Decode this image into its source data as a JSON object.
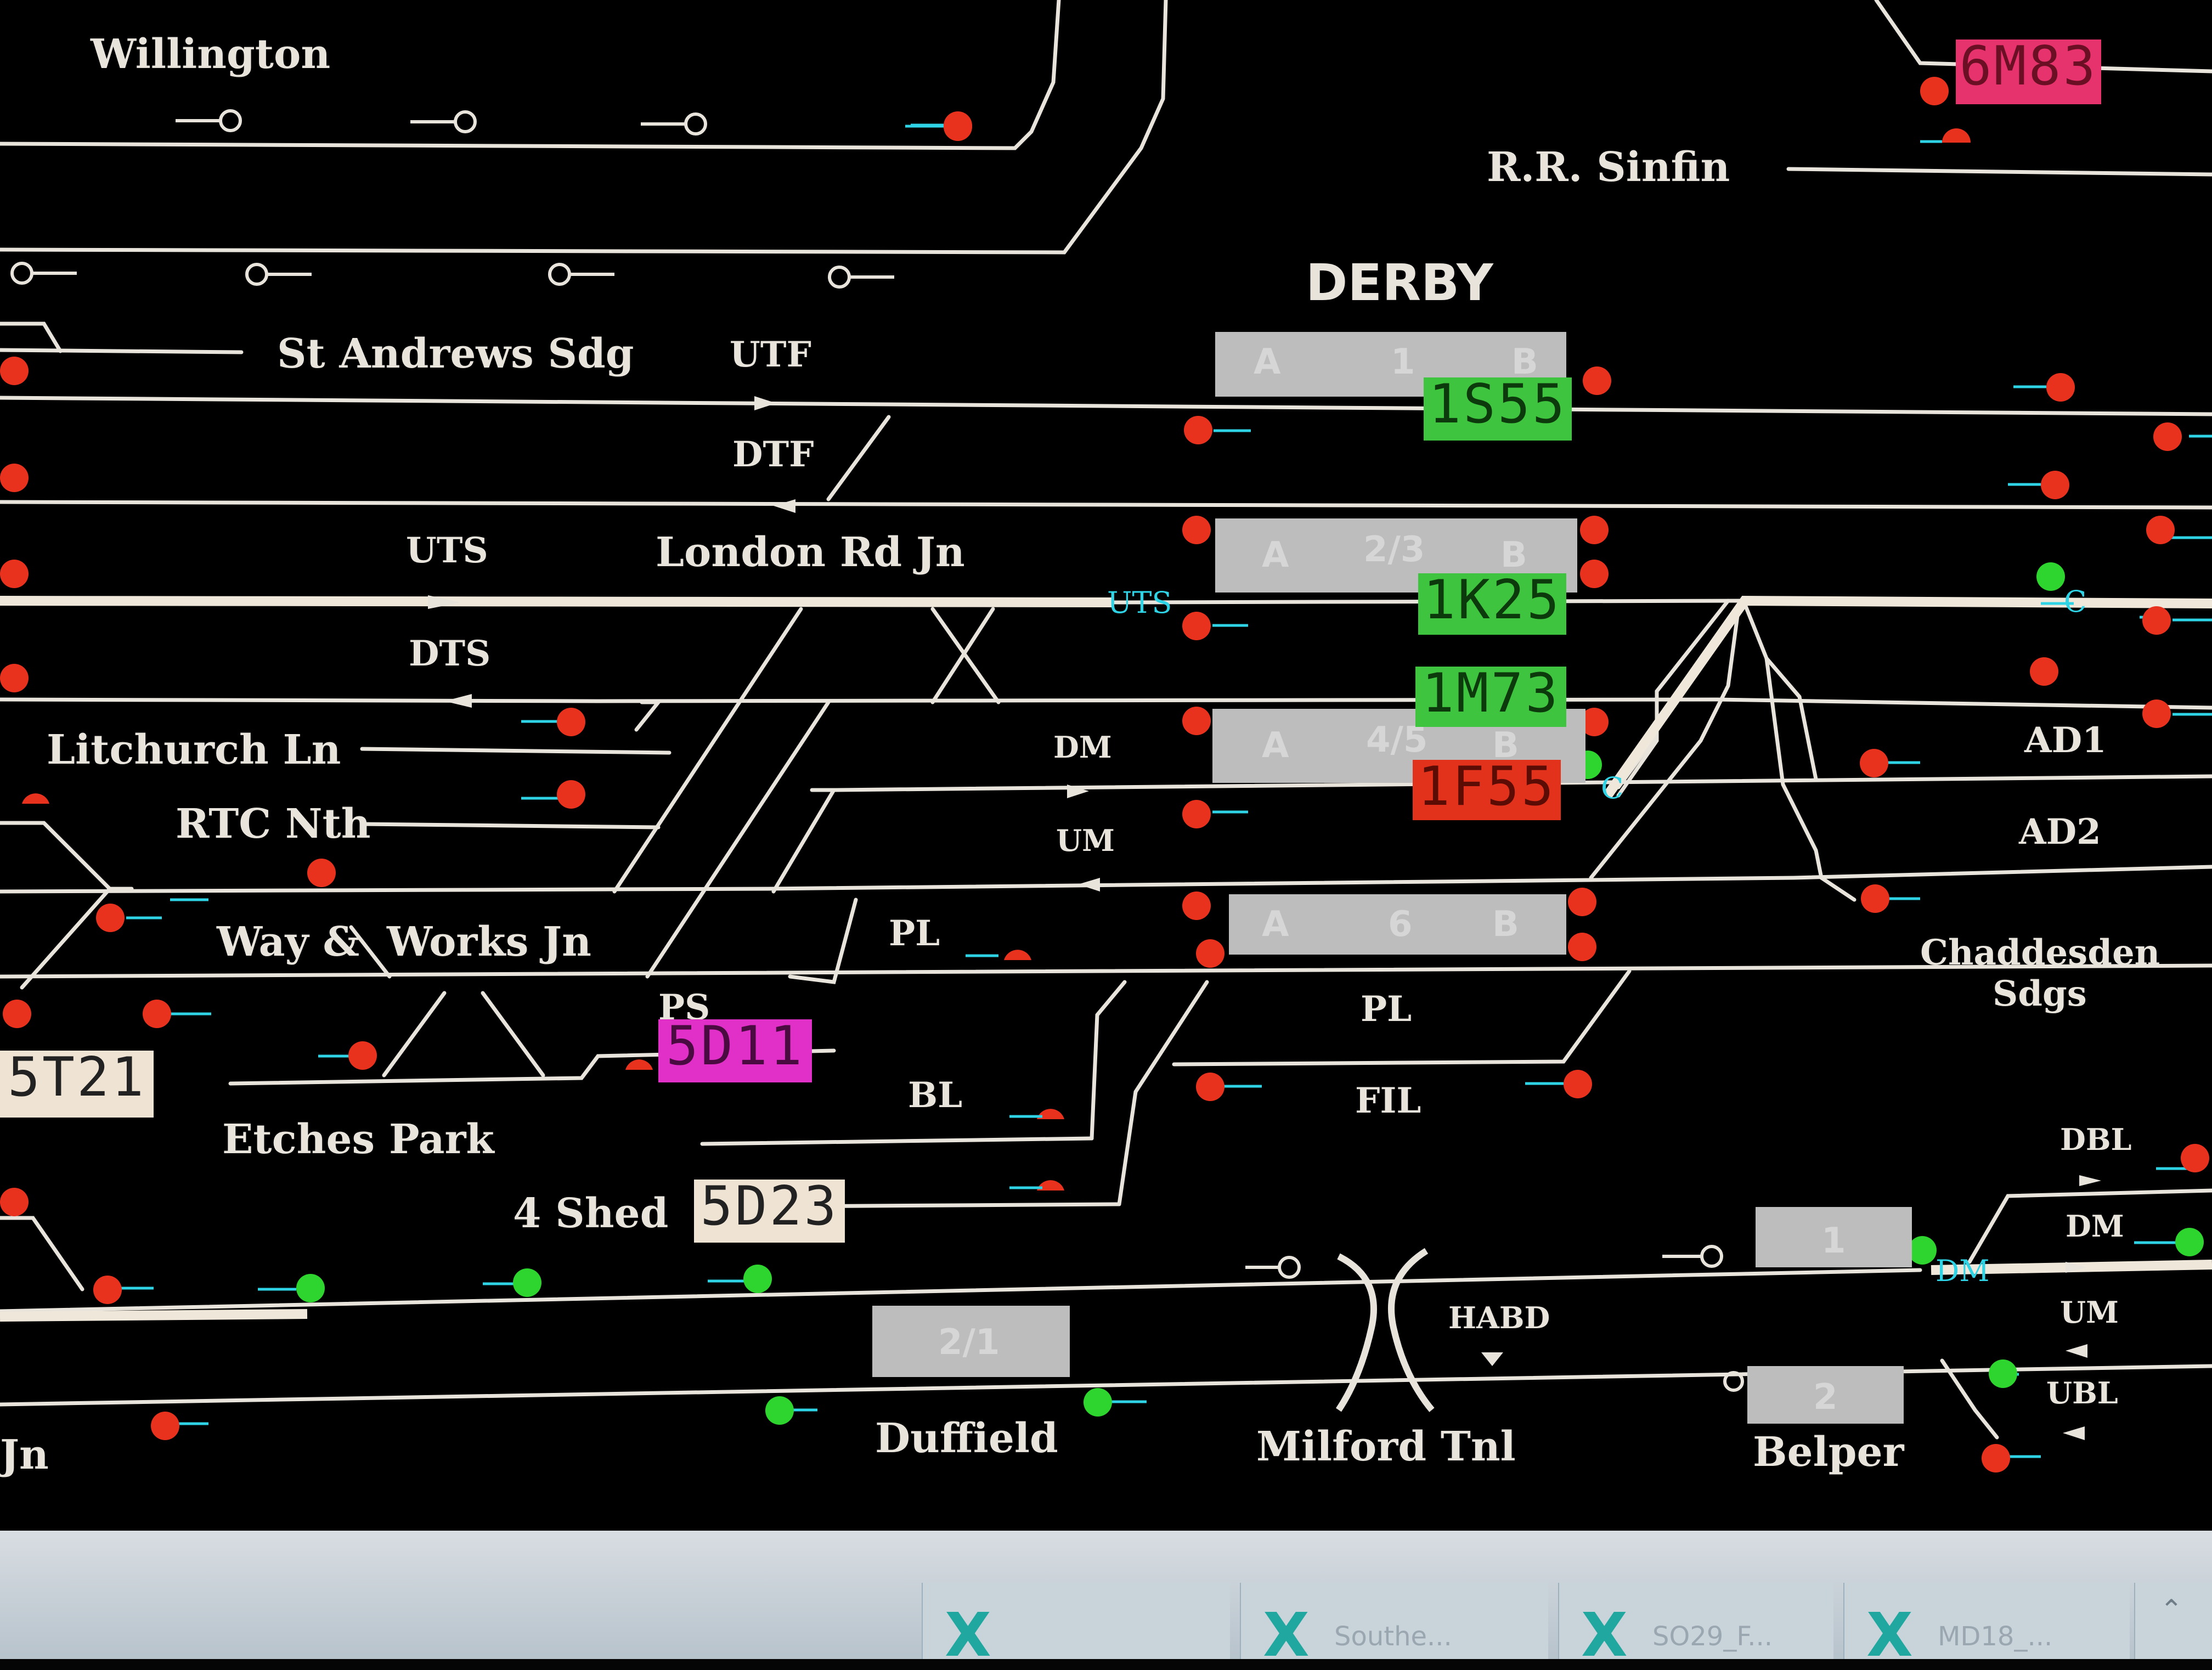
{
  "labels": {
    "willington": "Willington",
    "rr_sinfin": "R.R. Sinfin",
    "derby": "DERBY",
    "st_andrews": "St Andrews Sdg",
    "utf": "UTF",
    "dtf": "DTF",
    "uts": "UTS",
    "london_rd": "London Rd Jn",
    "uts_cyan": "UTS",
    "dts": "DTS",
    "litchurch": "Litchurch Ln",
    "rtc": "RTC Nth",
    "dm": "DM",
    "um": "UM",
    "way": "Way &",
    "works": "Works Jn",
    "pl1": "PL",
    "ps": "PS",
    "pl2": "PL",
    "bl": "BL",
    "fil": "FIL",
    "etches": "Etches Park",
    "shed": "4 Shed",
    "ad1": "AD1",
    "ad2": "AD2",
    "chaddesden1": "Chaddesden",
    "chaddesden2": "Sdgs",
    "dbl": "DBL",
    "dm2": "DM",
    "um2": "UM",
    "ubl": "UBL",
    "habd": "HABD",
    "duffield": "Duffield",
    "milford": "Milford Tnl",
    "belper": "Belper",
    "jn": "Jn",
    "c1": "C",
    "c2": "C",
    "dm_cyan": "DM"
  },
  "platforms": {
    "p1": {
      "a": "A",
      "num": "1",
      "b": "B"
    },
    "p23": {
      "a": "A",
      "num": "2/3",
      "b": "B"
    },
    "p45": {
      "a": "A",
      "num": "4/5",
      "b": "B"
    },
    "p6": {
      "a": "A",
      "num": "6",
      "b": "B"
    },
    "duffield": {
      "num": "2/1"
    },
    "belper1": {
      "num": "1"
    },
    "belper2": {
      "num": "2"
    }
  },
  "train_describers": [
    {
      "id": "6M83",
      "color": "#e6336e",
      "text_color": "#6b0f25"
    },
    {
      "id": "1S55",
      "color": "#3ec43e",
      "text_color": "#0d3a0d"
    },
    {
      "id": "1K25",
      "color": "#3ec43e",
      "text_color": "#0d3a0d"
    },
    {
      "id": "1M73",
      "color": "#3ec43e",
      "text_color": "#0d3a0d"
    },
    {
      "id": "1F55",
      "color": "#e2321b",
      "text_color": "#5a0c05"
    },
    {
      "id": "5D11",
      "color": "#e030c8",
      "text_color": "#4a0b40"
    },
    {
      "id": "5T21",
      "color": "#efe4d4",
      "text_color": "#222222"
    },
    {
      "id": "5D23",
      "color": "#efe4d4",
      "text_color": "#222222"
    }
  ],
  "taskbar": [
    "Southe...",
    "SO29_F...",
    "MD18_..."
  ],
  "colors": {
    "track": "#e8e4dc",
    "signal_red": "#e8321e",
    "signal_green": "#2ed52e",
    "cyan": "#2fd3e6"
  }
}
